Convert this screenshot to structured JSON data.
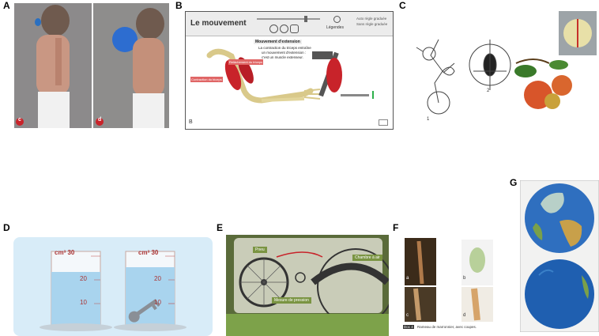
{
  "panels": {
    "A": {
      "label": "A",
      "photo_left_tag": "c",
      "photo_right_tag": "d"
    },
    "B": {
      "label": "B",
      "app_title": "Le mouvement",
      "legend_label": "Légendes",
      "top_right_line1": "Auto règle graduée",
      "top_right_line2": "Sans règle graduée",
      "info_title": "Mouvement d'extension",
      "info_line1": "La contraction du triceps entraîne",
      "info_line2": "un mouvement d'extension :",
      "info_line3": "c'est un muscle extenseur.",
      "label_triceps": "Relâchement du triceps",
      "label_biceps": "Contraction du biceps",
      "footer_tag": "B"
    },
    "C": {
      "label": "C",
      "diag_num_1": "1",
      "diag_num_2": "2"
    },
    "D": {
      "label": "D",
      "unit": "cm³ 30",
      "tick_30": "30",
      "tick_20": "20",
      "tick_10": "10"
    },
    "E": {
      "label": "E",
      "tag_pneu": "Pneu",
      "tag_chambre": "Chambre à air",
      "tag_mesure": "Mesure de pression"
    },
    "F": {
      "label": "F",
      "tag_a": "a",
      "tag_b": "b",
      "tag_c": "c",
      "tag_d": "d",
      "caption_num": "Doc 4",
      "caption": "Rameau de marronnier, avec coupes."
    },
    "G": {
      "label": "G"
    }
  },
  "colors": {
    "red_muscle": "#c8232a",
    "water": "#a9d4ee",
    "panel_d_bg": "#d8ecf8",
    "ocean": "#1f5fb0"
  }
}
